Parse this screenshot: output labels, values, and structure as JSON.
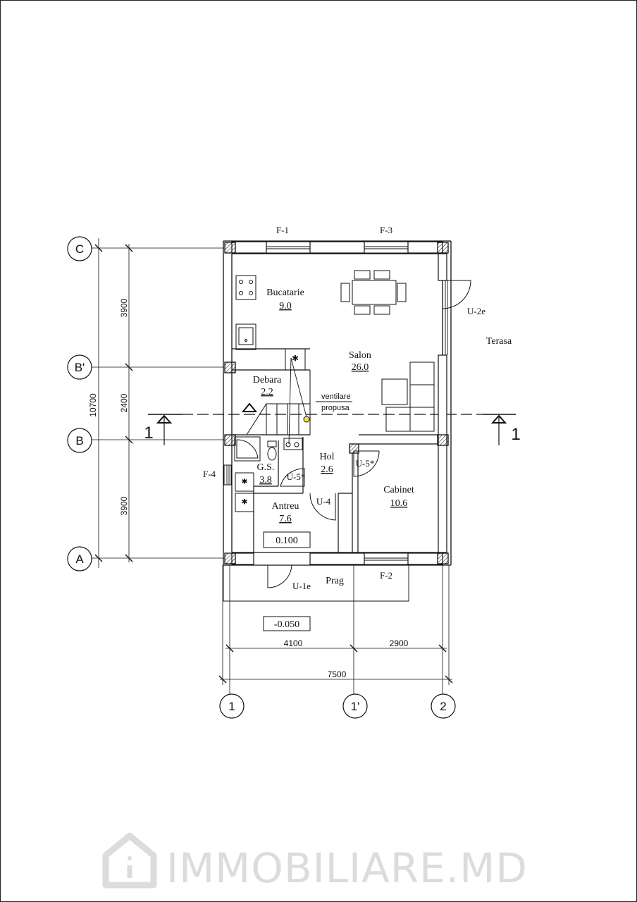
{
  "axes": {
    "c": "C",
    "bprime": "B'",
    "b": "B",
    "a": "A",
    "one": "1",
    "oneprime": "1'",
    "two": "2"
  },
  "dimensions": {
    "d3900_top": "3900",
    "d2400": "2400",
    "d3900_bottom": "3900",
    "d10700": "10700",
    "d4100": "4100",
    "d2900": "2900",
    "d7500": "7500"
  },
  "section": {
    "left": "1",
    "right": "1"
  },
  "rooms": {
    "bucatarie": {
      "name": "Bucatarie",
      "area": "9.0"
    },
    "salon": {
      "name": "Salon",
      "area": "26.0"
    },
    "debara": {
      "name": "Debara",
      "area": "2.2"
    },
    "gs": {
      "name": "G.S.",
      "area": "3.8"
    },
    "hol": {
      "name": "Hol",
      "area": "2.6"
    },
    "cabinet": {
      "name": "Cabinet",
      "area": "10.6"
    },
    "antreu": {
      "name": "Antreu",
      "area": "7.6"
    }
  },
  "labels": {
    "terasa": "Terasa",
    "prag": "Prag",
    "ventilare": "ventilare",
    "propusa": "propusa"
  },
  "tags": {
    "f1": "F-1",
    "f3": "F-3",
    "f4": "F-4",
    "f2": "F-2",
    "u2e": "U-2e",
    "u5a": "U-5*",
    "u5b": "U-5*",
    "u4": "U-4",
    "u1e": "U-1e"
  },
  "levels": {
    "floor": "0.100",
    "ground": "-0.050"
  },
  "watermark": "IMMOBILIARE.MD"
}
